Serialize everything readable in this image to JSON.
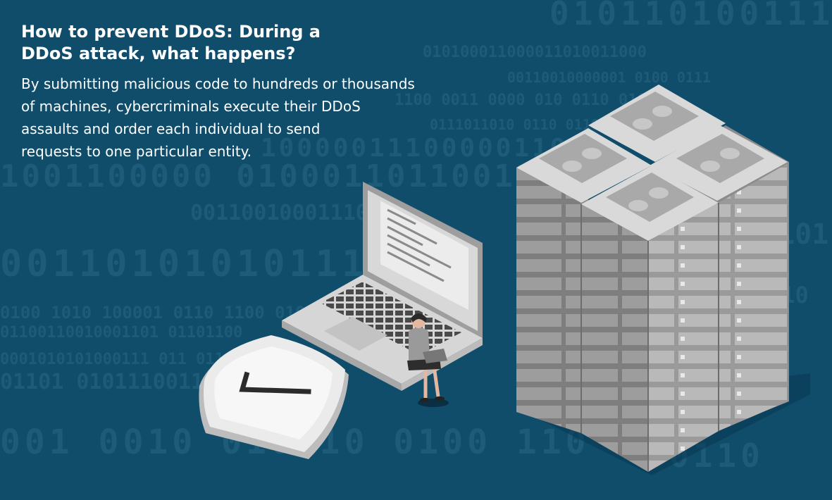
{
  "heading": {
    "line1": "How to prevent DDoS: During a",
    "line2": "DDoS attack, what happens?"
  },
  "paragraph": {
    "line1": "By submitting malicious code to hundreds or thousands",
    "line2": "of machines, cybercriminals execute their DDoS",
    "line3": "assaults and order each individual to send",
    "line4": "requests to one particular entity."
  },
  "colors": {
    "background": "#0f4d6b",
    "heading": "#ffffff",
    "body": "#ffffff",
    "server": "#8f8f8f",
    "shield": "#ebebeb"
  },
  "icons": [
    "binary-background",
    "server-rack-icon",
    "laptop-icon",
    "person-icon",
    "shield-check-icon"
  ]
}
